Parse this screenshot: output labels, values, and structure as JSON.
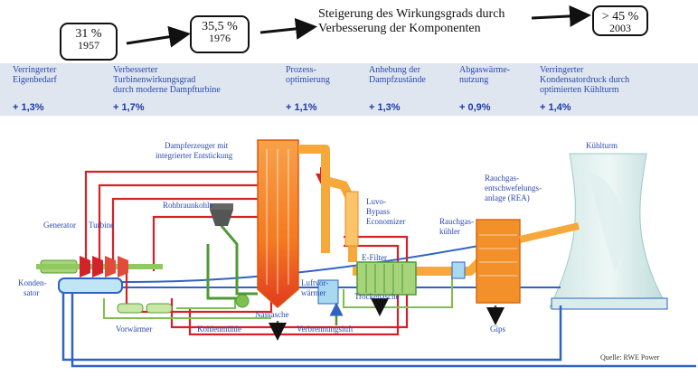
{
  "milestones": [
    {
      "value": "31 %",
      "year": "1957"
    },
    {
      "value": "35,5 %",
      "year": "1976"
    },
    {
      "value": "> 45 %",
      "year": "2003"
    }
  ],
  "caption": [
    "Steigerung des Wirkungsgrads durch",
    "Verbesserung der Komponenten"
  ],
  "improvements": [
    {
      "text": [
        "Verringerter",
        "Eigenbedarf"
      ],
      "gain": "+ 1,3%"
    },
    {
      "text": [
        "Verbesserter",
        "Turbinenwirkungsgrad",
        "durch moderne Dampfturbine"
      ],
      "gain": "+ 1,7%"
    },
    {
      "text": [
        "Prozess-",
        "optimierung"
      ],
      "gain": "+ 1,1%"
    },
    {
      "text": [
        "Anhebung der",
        "Dampfzustände"
      ],
      "gain": "+ 1,3%"
    },
    {
      "text": [
        "Abgaswärme-",
        "nutzung"
      ],
      "gain": "+ 0,9%"
    },
    {
      "text": [
        "Verringerter",
        "Kondensatordruck durch",
        "optimierten Kühlturm"
      ],
      "gain": "+ 1,4%"
    }
  ],
  "labels": {
    "steam_generator": [
      "Dampferzeuger mit",
      "integrierter Entstickung"
    ],
    "lignite": "Rohbraunkohle",
    "generator": "Generator",
    "turbine": "Turbine",
    "condenser": [
      "Konden-",
      "sator"
    ],
    "preheater": "Vorwärmer",
    "coal_mill": "Kohlenmühle",
    "wet_ash": "Nassasche",
    "air_preheater": [
      "Luftvor-",
      "wärmer"
    ],
    "combustion_air": "Verbrennungsluft",
    "bypass_economizer": [
      "Luvo-",
      "Bypass",
      "Economizer"
    ],
    "e_filter": "E-Filter",
    "dry_ash": "Trockenasche",
    "flue_gas_cooler": [
      "Rauchgas-",
      "kühler"
    ],
    "fgd": [
      "Rauchgas-",
      "entschwefelungs-",
      "anlage (REA)"
    ],
    "gypsum": "Gips",
    "cooling_tower": "Kühlturm",
    "source": "Quelle: RWE Power"
  },
  "colors": {
    "steam_red": "#d2232a",
    "water_blue": "#2f63c4",
    "coal_green": "#4f9a35",
    "flue_orange": "#f29a1f",
    "boiler_orange": "#f47a20",
    "band_bg": "#dfe6ef",
    "label_blue": "#2a49b0"
  }
}
